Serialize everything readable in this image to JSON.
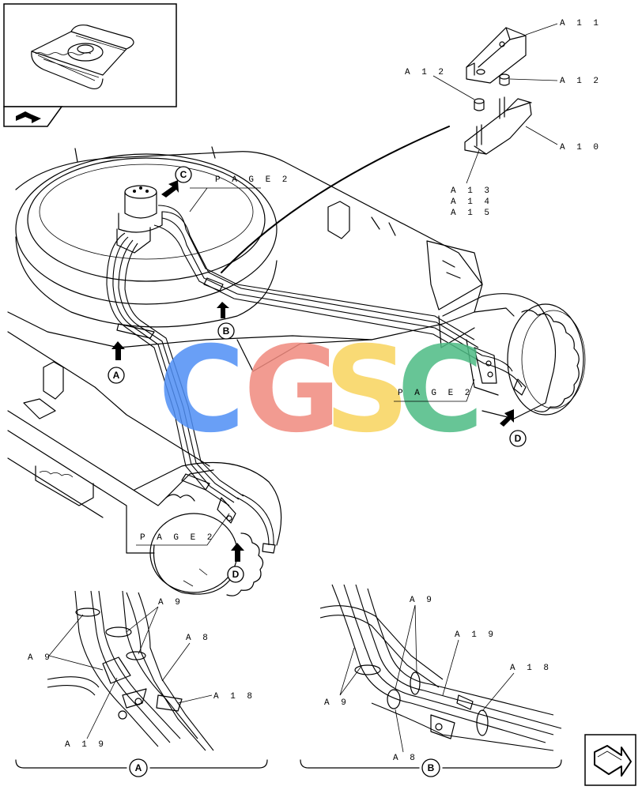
{
  "watermark": {
    "letters": [
      "C",
      "G",
      "S",
      "C"
    ],
    "colors": [
      "#4f8ff5",
      "#f08a7e",
      "#f9d45e",
      "#4dbb84"
    ]
  },
  "page_refs": [
    "P A G E  2",
    "P A G E  2",
    "P A G E  2"
  ],
  "view_markers": {
    "A": "A",
    "B": "B",
    "C": "C",
    "D": "D"
  },
  "callouts": {
    "a11": "A 1 1",
    "a12_left": "A 1 2",
    "a12_right": "A 1 2",
    "a10": "A 1 0",
    "a13": "A 1 3",
    "a14": "A 1 4",
    "a15": "A 1 5",
    "detail_a": {
      "a9_top": "A 9",
      "a9_left": "A 9",
      "a8": "A 8",
      "a18": "A 1 8",
      "a19": "A 1 9"
    },
    "detail_b": {
      "a9_top": "A 9",
      "a9_left": "A 9",
      "a19": "A 1 9",
      "a18": "A 1 8",
      "a8": "A 8"
    }
  },
  "detail_labels": {
    "left": "A",
    "right": "B"
  },
  "icons": {
    "thumbnail": "undercarriage-thumbnail-icon",
    "thumb_tag": "book-arrow-icon",
    "nav": "next-page-arrow-icon"
  }
}
